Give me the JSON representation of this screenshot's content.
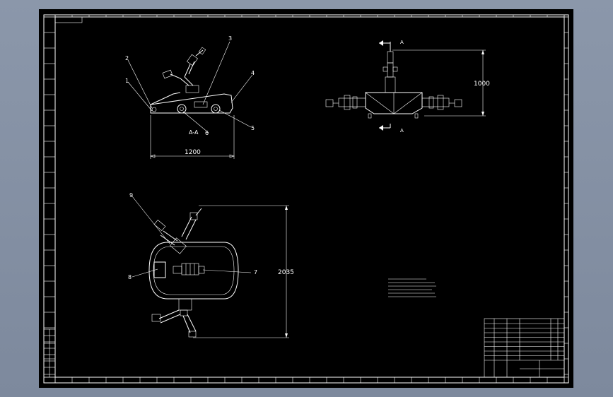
{
  "background_color": "#7f8ba0",
  "canvas_color": "#000000",
  "line_color": "#ffffff",
  "views": {
    "side": {
      "section_label": "A-A",
      "dimension_length": "1200",
      "callouts": [
        "1",
        "2",
        "3",
        "4",
        "5",
        "6"
      ]
    },
    "front": {
      "section_marker_top": "A",
      "section_marker_bottom": "A",
      "dimension_height": "1000"
    },
    "top": {
      "dimension_height": "2035",
      "callouts": [
        "7",
        "8",
        "9"
      ]
    }
  }
}
